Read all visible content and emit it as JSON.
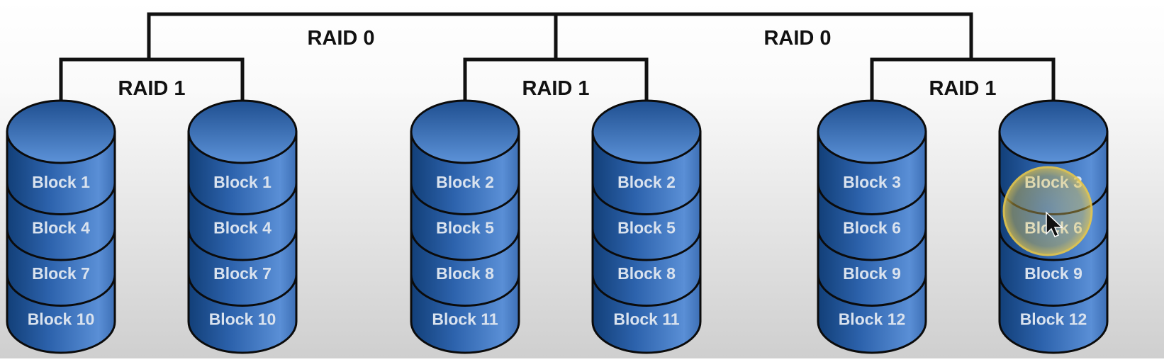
{
  "diagram": {
    "top_labels": [
      "RAID 0",
      "RAID 0"
    ],
    "pairs": [
      {
        "label": "RAID 1",
        "disks": [
          {
            "blocks": [
              "Block 1",
              "Block 4",
              "Block 7",
              "Block 10"
            ]
          },
          {
            "blocks": [
              "Block 1",
              "Block 4",
              "Block 7",
              "Block 10"
            ]
          }
        ]
      },
      {
        "label": "RAID 1",
        "disks": [
          {
            "blocks": [
              "Block 2",
              "Block 5",
              "Block 8",
              "Block 11"
            ]
          },
          {
            "blocks": [
              "Block 2",
              "Block 5",
              "Block 8",
              "Block 11"
            ]
          }
        ]
      },
      {
        "label": "RAID 1",
        "disks": [
          {
            "blocks": [
              "Block 3",
              "Block 6",
              "Block 9",
              "Block 12"
            ]
          },
          {
            "blocks": [
              "Block 3",
              "Block 6",
              "Block 9",
              "Block 12"
            ]
          }
        ]
      }
    ]
  },
  "colors": {
    "background_top": "#ffffff",
    "background_bottom": "#cfcfcf",
    "disk_light": "#5a8fd6",
    "disk_dark": "#123f78",
    "disk_outline": "#0b0b0b",
    "block_text": "#d9e2ee",
    "line": "#111111",
    "label": "#111111",
    "cursor_highlight": "#e8c84a"
  },
  "cursor": {
    "visible": true,
    "pair_index": 2,
    "disk_index": 1,
    "block_index": 0
  }
}
